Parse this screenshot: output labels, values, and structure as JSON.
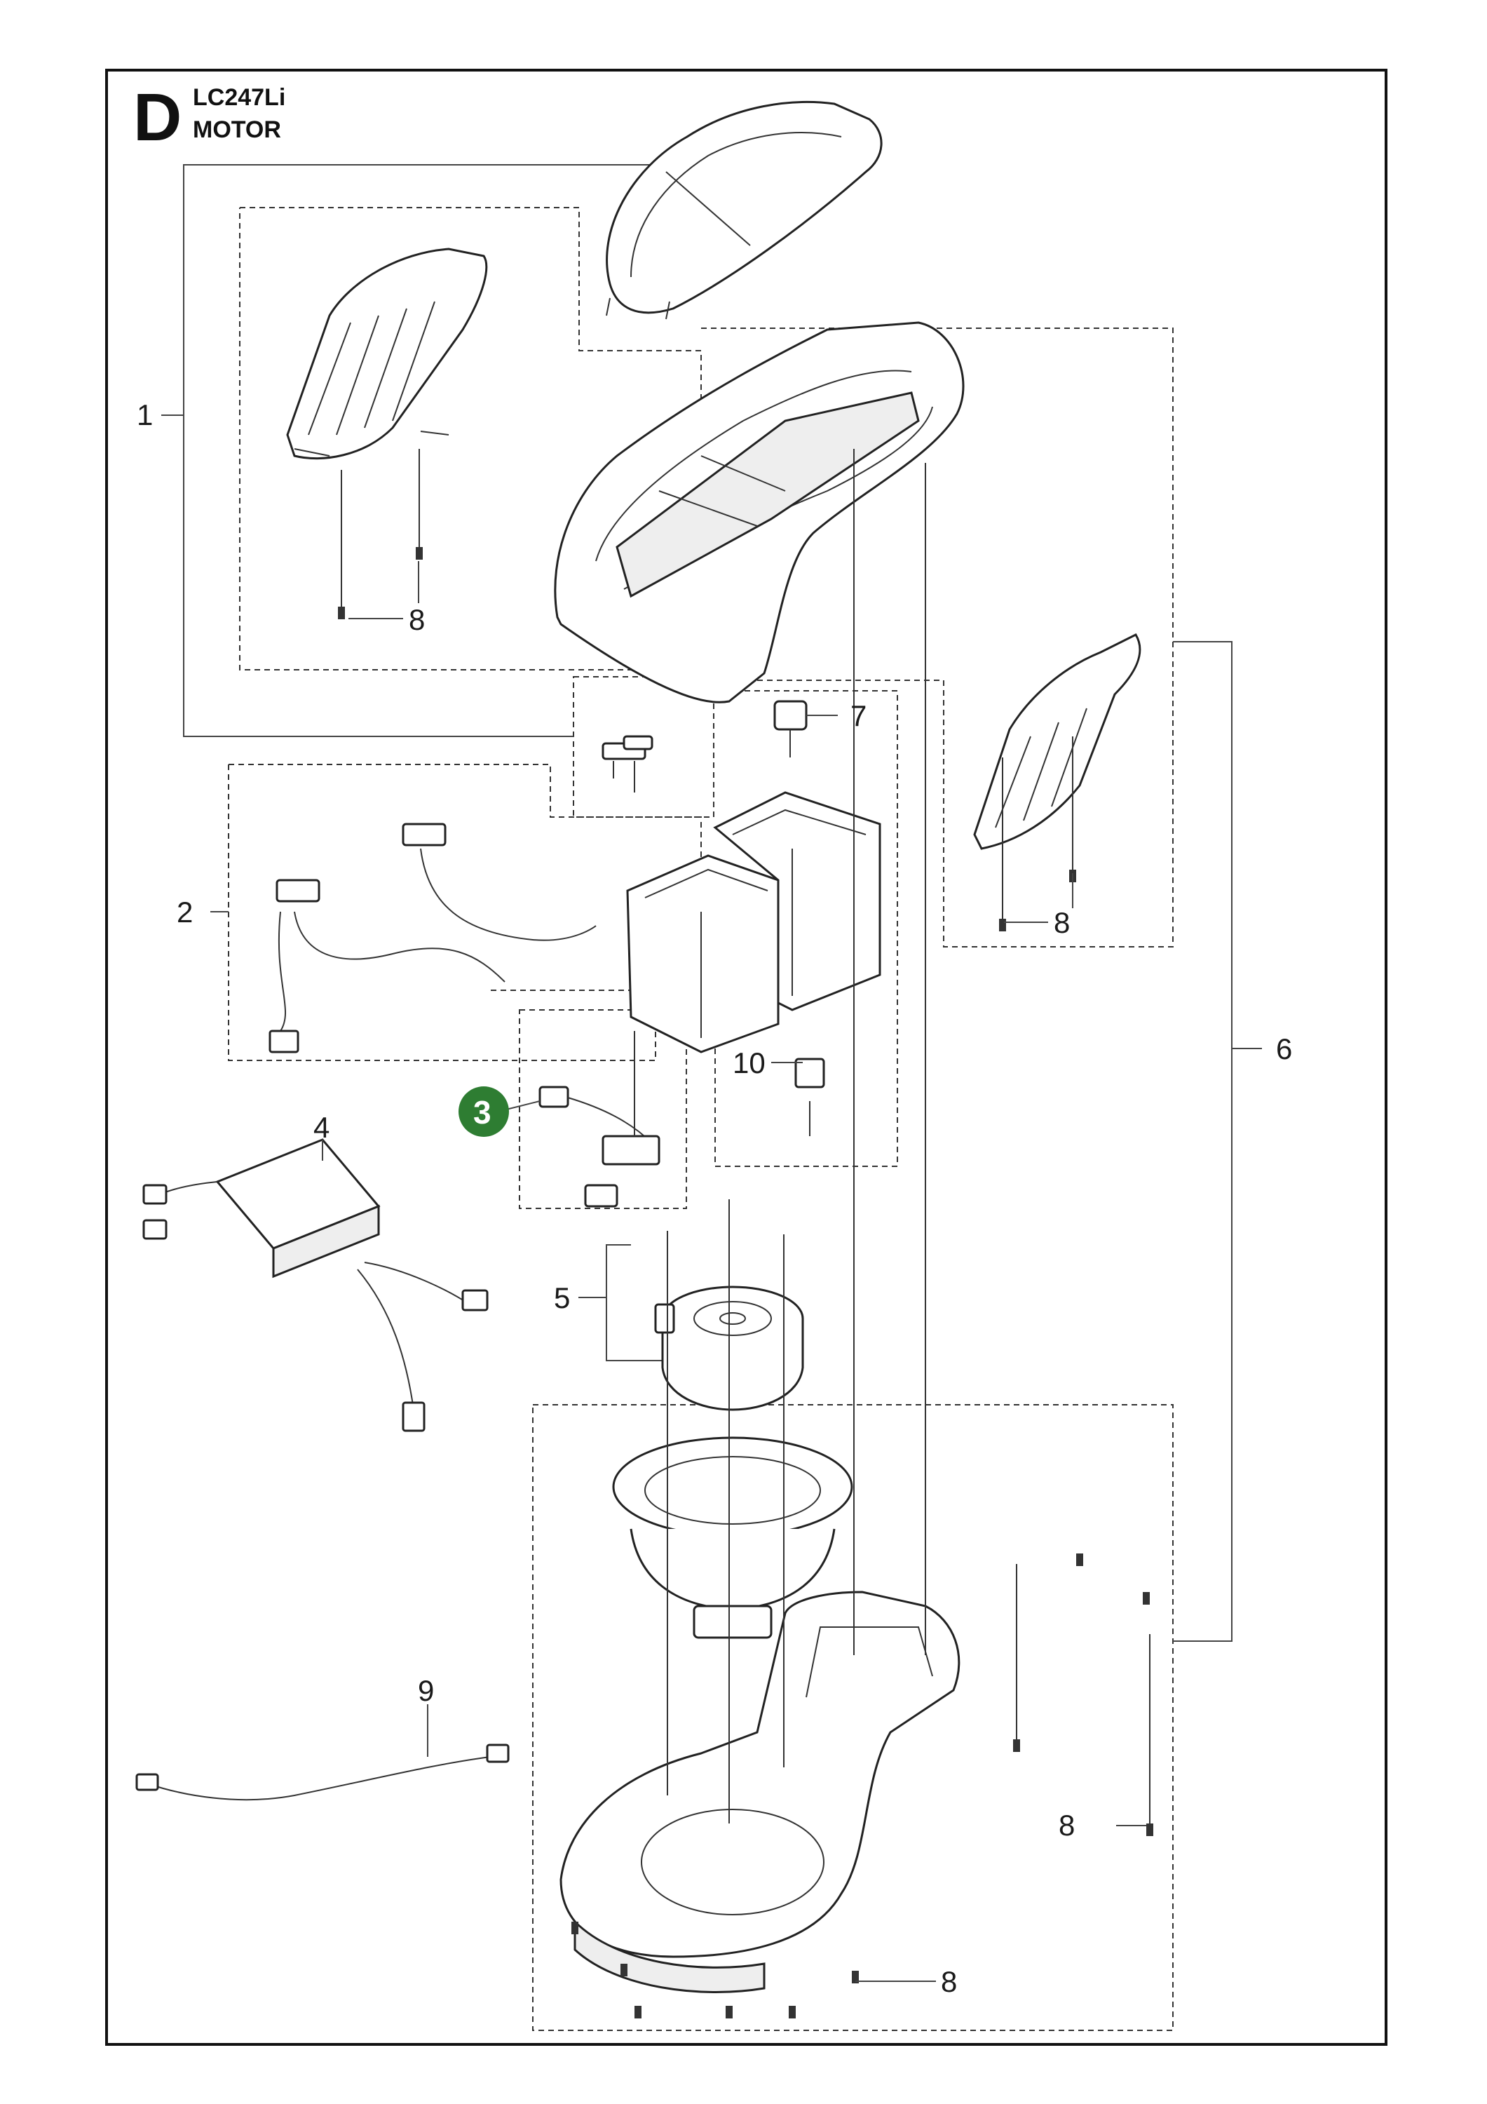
{
  "header": {
    "section_letter": "D",
    "model": "LC247Li",
    "subtitle": "MOTOR"
  },
  "callouts": [
    {
      "id": "c1",
      "label": "1"
    },
    {
      "id": "c2",
      "label": "2"
    },
    {
      "id": "c3",
      "label": "3",
      "highlighted": true
    },
    {
      "id": "c4",
      "label": "4"
    },
    {
      "id": "c5",
      "label": "5"
    },
    {
      "id": "c6",
      "label": "6"
    },
    {
      "id": "c7",
      "label": "7"
    },
    {
      "id": "c8a",
      "label": "8"
    },
    {
      "id": "c8b",
      "label": "8"
    },
    {
      "id": "c8c",
      "label": "8"
    },
    {
      "id": "c8d",
      "label": "8"
    },
    {
      "id": "c9",
      "label": "9"
    },
    {
      "id": "c10",
      "label": "10"
    }
  ],
  "colors": {
    "highlight_badge": "#2e7d32",
    "line": "#222222",
    "background": "#ffffff"
  }
}
